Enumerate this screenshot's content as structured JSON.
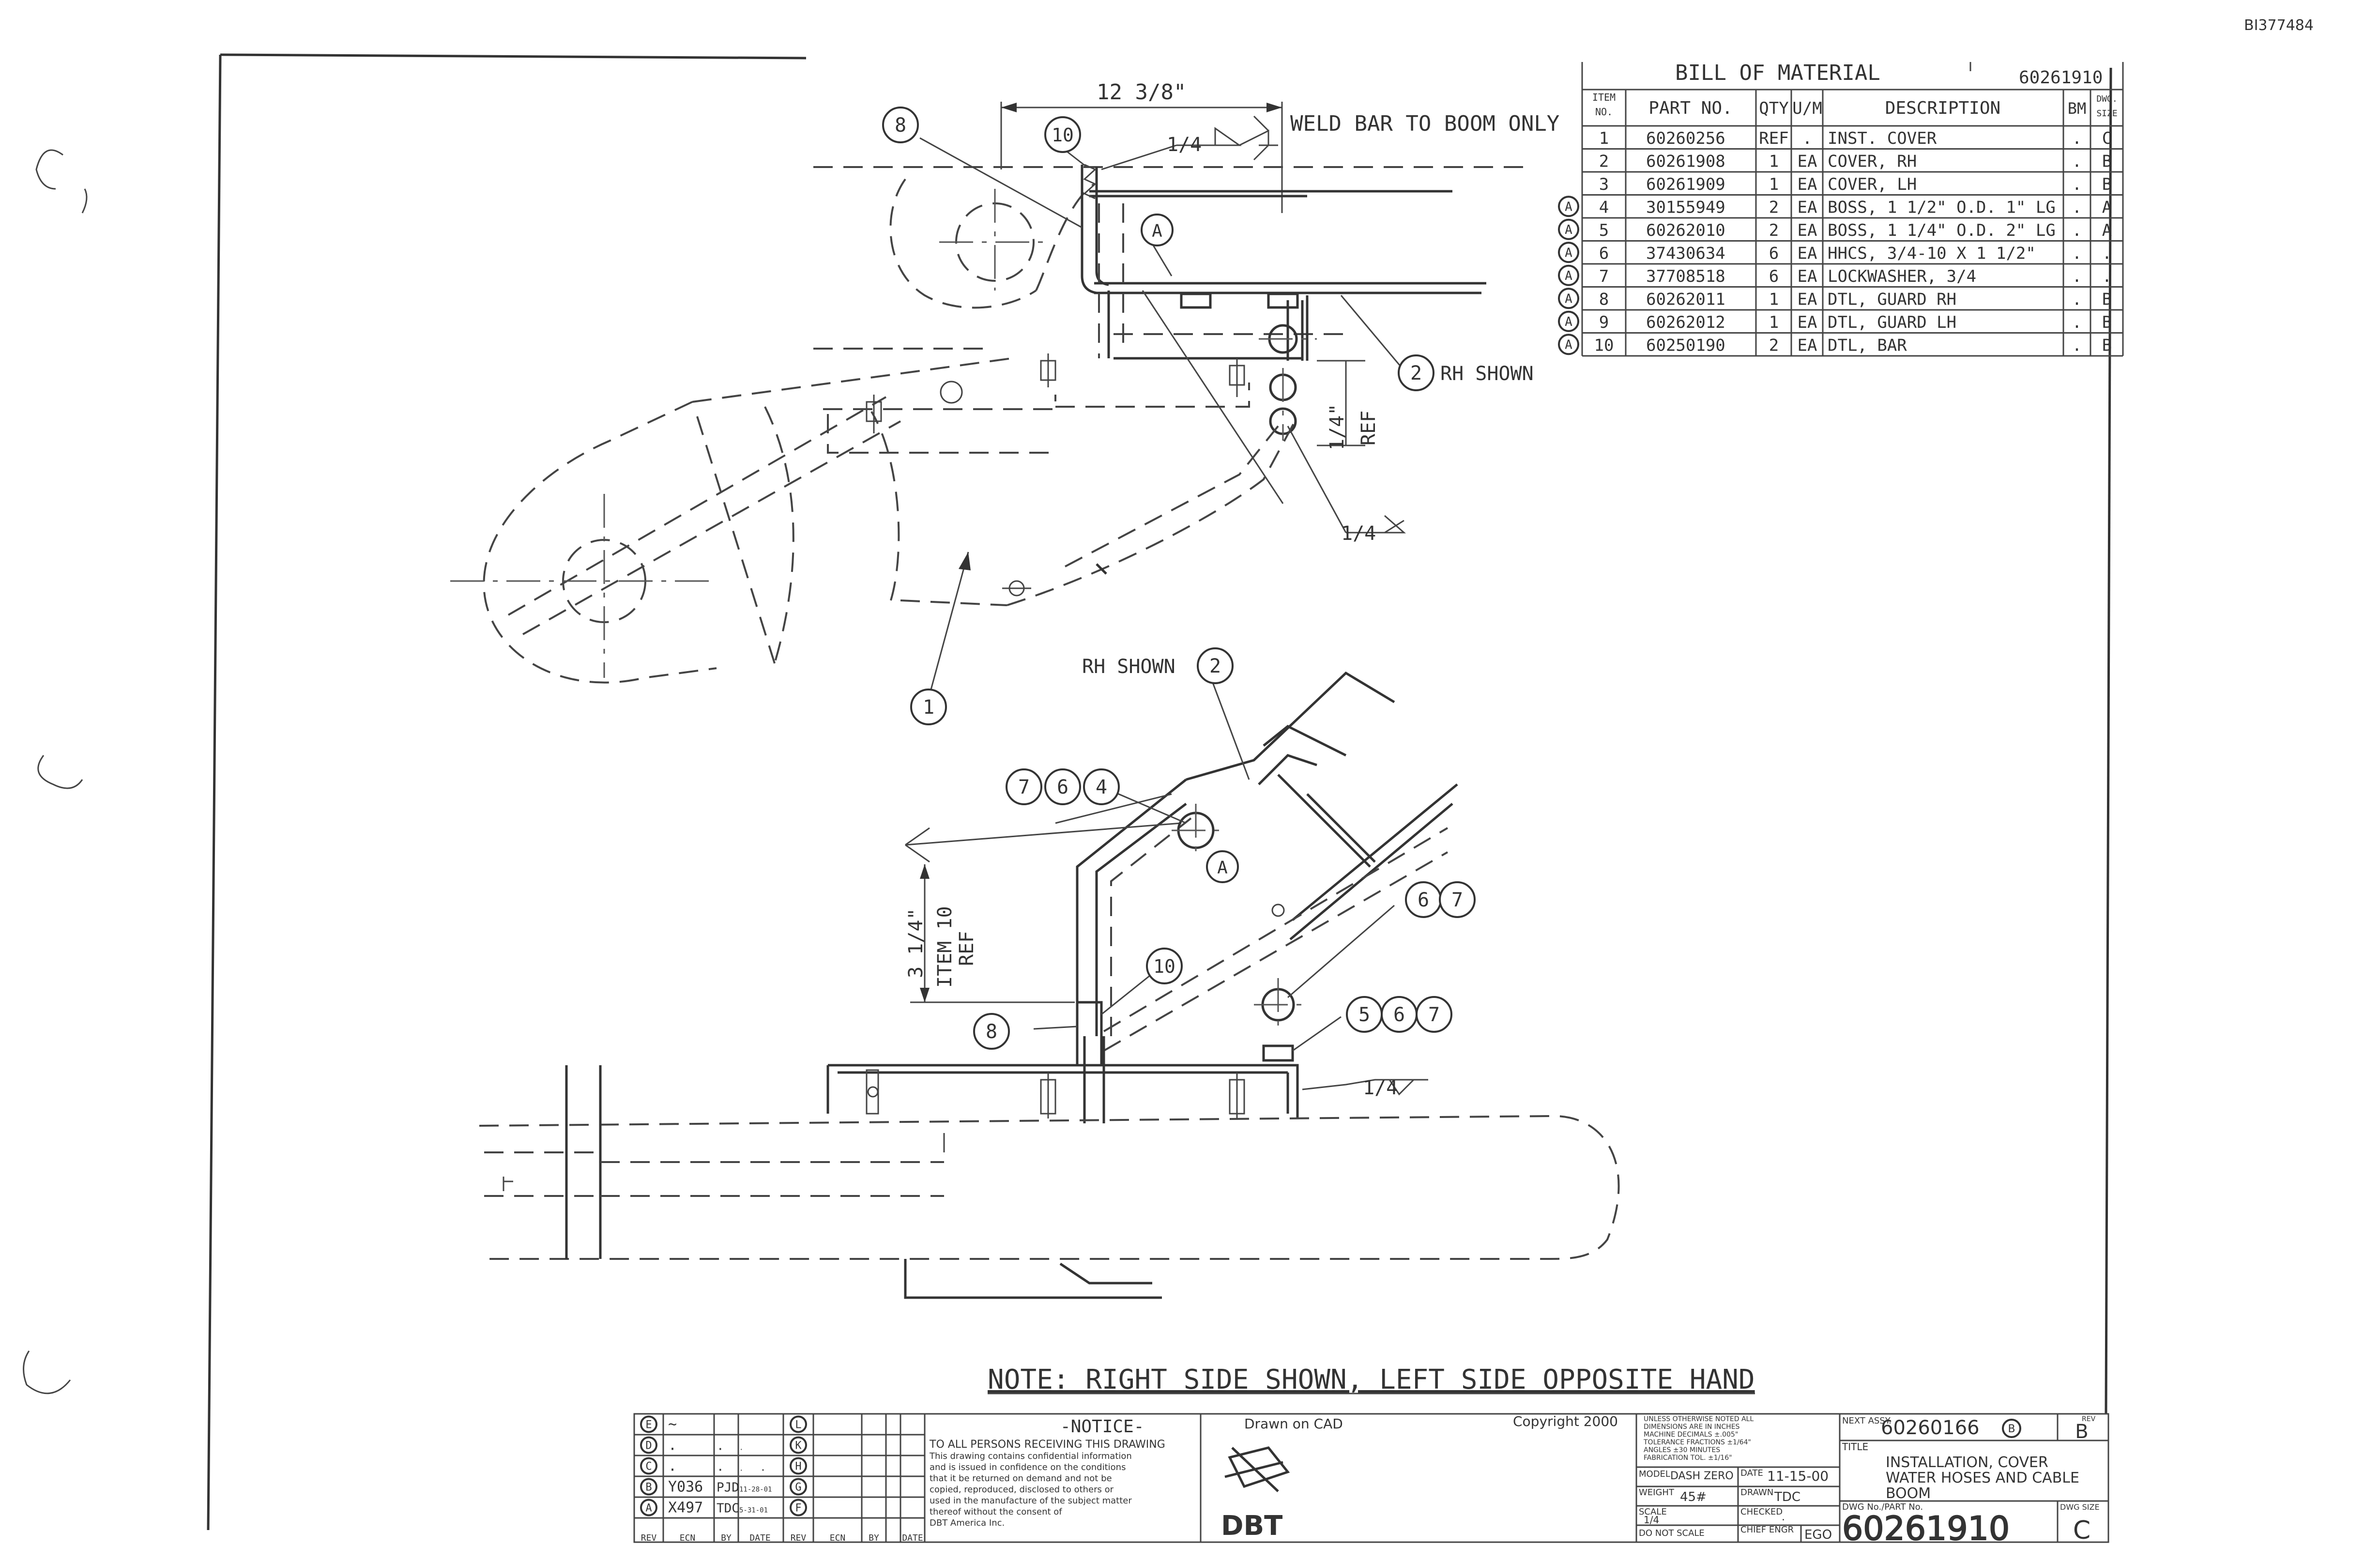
{
  "doc_id": "BI377484",
  "balloons": {
    "b1": "1",
    "b2": "2",
    "b4": "4",
    "b5": "5",
    "b6": "6",
    "b7": "7",
    "b8": "8",
    "b10": "10",
    "bA": "A"
  },
  "dims": {
    "top_width": "12 3/8\"",
    "weld_note": "WELD BAR TO BOOM ONLY",
    "weld_size": "1/4",
    "ref_quarter": "1/4\"",
    "ref": "REF",
    "rh_shown": "RH SHOWN",
    "lower_dim": "3 1/4\"",
    "item10_ref_line1": "ITEM 10",
    "item10_ref_line2": "REF"
  },
  "note": "NOTE: RIGHT SIDE SHOWN, LEFT SIDE OPPOSITE HAND",
  "bom": {
    "title": "BILL OF MATERIAL",
    "doc_no": "60261910",
    "headers": {
      "item": "ITEM",
      "item2": "NO.",
      "part": "PART NO.",
      "qty": "QTY",
      "um": "U/M",
      "desc": "DESCRIPTION",
      "bm": "BM",
      "dwg": "DWG.",
      "dwg2": "SIZE"
    },
    "rows": [
      {
        "rev": "",
        "item": "1",
        "part": "60260256",
        "qty": "REF",
        "um": ".",
        "desc": "INST. COVER",
        "bm": ".",
        "size": "C"
      },
      {
        "rev": "",
        "item": "2",
        "part": "60261908",
        "qty": "1",
        "um": "EA",
        "desc": "COVER, RH",
        "bm": ".",
        "size": "B"
      },
      {
        "rev": "",
        "item": "3",
        "part": "60261909",
        "qty": "1",
        "um": "EA",
        "desc": "COVER, LH",
        "bm": ".",
        "size": "B"
      },
      {
        "rev": "A",
        "item": "4",
        "part": "30155949",
        "qty": "2",
        "um": "EA",
        "desc": "BOSS, 1 1/2\" O.D. 1\" LG",
        "bm": ".",
        "size": "A"
      },
      {
        "rev": "A",
        "item": "5",
        "part": "60262010",
        "qty": "2",
        "um": "EA",
        "desc": "BOSS, 1 1/4\" O.D. 2\" LG",
        "bm": ".",
        "size": "A"
      },
      {
        "rev": "A",
        "item": "6",
        "part": "37430634",
        "qty": "6",
        "um": "EA",
        "desc": "HHCS, 3/4-10 X 1 1/2\"",
        "bm": ".",
        "size": "."
      },
      {
        "rev": "A",
        "item": "7",
        "part": "37708518",
        "qty": "6",
        "um": "EA",
        "desc": "LOCKWASHER, 3/4",
        "bm": ".",
        "size": "."
      },
      {
        "rev": "A",
        "item": "8",
        "part": "60262011",
        "qty": "1",
        "um": "EA",
        "desc": "DTL, GUARD RH",
        "bm": ".",
        "size": "B"
      },
      {
        "rev": "A",
        "item": "9",
        "part": "60262012",
        "qty": "1",
        "um": "EA",
        "desc": "DTL, GUARD LH",
        "bm": ".",
        "size": "B"
      },
      {
        "rev": "A",
        "item": "10",
        "part": "60250190",
        "qty": "2",
        "um": "EA",
        "desc": "DTL, BAR",
        "bm": ".",
        "size": "B"
      }
    ]
  },
  "revisions": {
    "left": [
      {
        "mark": "E",
        "c1": "~",
        "c2": "",
        "c3": "",
        "c4": ""
      },
      {
        "mark": "D",
        "c1": ".",
        "c2": ".",
        "c3": ".",
        "c4": ""
      },
      {
        "mark": "C",
        "c1": ".",
        "c2": ".",
        "c3": ".",
        "c4": "."
      },
      {
        "mark": "B",
        "c1": "Y036",
        "c2": "PJD",
        "c3": "11-28-01",
        "c4": ""
      },
      {
        "mark": "A",
        "c1": "X497",
        "c2": "TDC",
        "c3": "5-31-01",
        "c4": ""
      }
    ],
    "right_marks": [
      "L",
      "K",
      "H",
      "G",
      "F"
    ],
    "footer": [
      "REV",
      "ECN",
      "BY",
      "DATE",
      "REV",
      "ECN",
      "BY",
      "DATE"
    ]
  },
  "notice": {
    "title": "-NOTICE-",
    "lines": [
      "TO ALL PERSONS RECEIVING THIS DRAWING",
      "This drawing contains confidential information",
      "and is issued in confidence on the conditions",
      "that it be returned on demand and not be",
      "copied, reproduced, disclosed to others or",
      "used in the manufacture of the subject matter",
      "thereof without the consent of",
      "DBT America Inc."
    ]
  },
  "company": {
    "drawn_on": "Drawn on CAD",
    "copyright": "Copyright 2000",
    "logo": "DBT"
  },
  "tolerance": {
    "lines": [
      "UNLESS OTHERWISE NOTED ALL",
      "DIMENSIONS ARE IN INCHES",
      "MACHINE    DECIMALS ±.005\"",
      "TOLERANCE  FRACTIONS ±1/64\"",
      "           ANGLES ±30 MINUTES",
      "FABRICATION TOL. ±1/16\""
    ]
  },
  "titleblock": {
    "model_label": "MODEL",
    "model": "DASH ZERO",
    "date_label": "DATE",
    "date": "11-15-00",
    "weight_label": "WEIGHT",
    "weight": "45#",
    "drawn_label": "DRAWN",
    "drawn": "TDC",
    "scale_label": "SCALE",
    "scale": "1/4",
    "checked_label": "CHECKED",
    "checked": ".",
    "noscale": "DO NOT SCALE",
    "chief_label": "CHIEF ENGR",
    "chief": "EGO",
    "next_assy_label": "NEXT ASSY.",
    "next_assy": "60260166",
    "next_rev": "B",
    "rev_label": "REV",
    "rev": "B",
    "title_label": "TITLE",
    "title_lines": [
      "INSTALLATION, COVER",
      "WATER HOSES AND CABLE",
      "BOOM"
    ],
    "part_label": "DWG No./PART No.",
    "part_no": "60261910",
    "size_label": "DWG SIZE",
    "size": "C"
  }
}
